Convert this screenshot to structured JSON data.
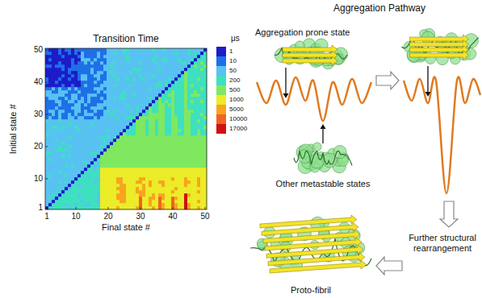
{
  "diagram": {
    "labels": [
      "Transition Time",
      "μs",
      "Initial state #",
      "Final state #",
      "1",
      "10",
      "20",
      "30",
      "40",
      "50",
      "1",
      "10",
      "20",
      "30",
      "40",
      "50",
      "Aggregation Pathway",
      "Aggregation prone state",
      "Other metastable states",
      "Further structural rearrangement",
      "Proto-fibril"
    ],
    "legend": [
      {
        "text": "1",
        "color": "#1c1cc8"
      },
      {
        "text": "10",
        "color": "#1f6fe8"
      },
      {
        "text": "50",
        "color": "#58c2f2"
      },
      {
        "text": "200",
        "color": "#3ee0c0"
      },
      {
        "text": "500",
        "color": "#7fe860"
      },
      {
        "text": "1000",
        "color": "#ecec28"
      },
      {
        "text": "5000",
        "color": "#f8a420"
      },
      {
        "text": "10000",
        "color": "#f06420"
      },
      {
        "text": "17000",
        "color": "#d01010"
      }
    ]
  }
}
